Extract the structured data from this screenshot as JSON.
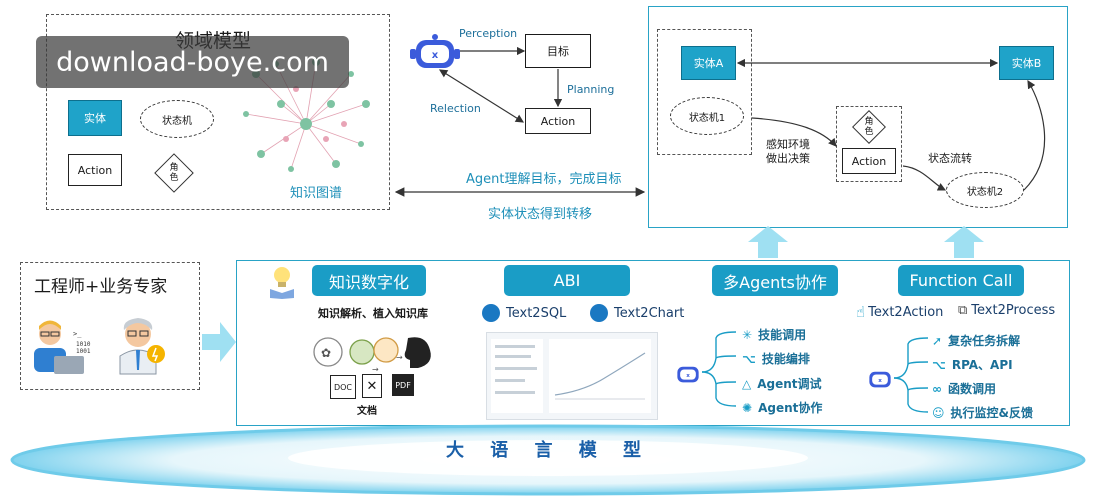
{
  "watermark": "download-boye.com",
  "domain_model": {
    "title": "领域模型",
    "entity": "实体",
    "state_machine": "状态机",
    "action": "Action",
    "role": "角色",
    "kg_label": "知识图谱"
  },
  "agent_loop": {
    "perception": "Perception",
    "goal": "目标",
    "planning": "Planning",
    "action": "Action",
    "relection": "Relection"
  },
  "middle": {
    "line1": "Agent理解目标，完成目标",
    "line2": "实体状态得到转移"
  },
  "state_flow": {
    "entity_a": "实体A",
    "entity_b": "实体B",
    "state1": "状态机1",
    "state2": "状态机2",
    "perceive": "感知环境\n做出决策",
    "role": "角色",
    "action": "Action",
    "flow": "状态流转"
  },
  "people": {
    "label": "工程师+业务专家"
  },
  "bottom": {
    "k_title": "知识数字化",
    "k_sub": "知识解析、植入知识库",
    "k_doc": "DOC",
    "k_pdf": "PDF",
    "k_docs": "文档",
    "abi_title": "ABI",
    "text2sql": "Text2SQL",
    "text2chart": "Text2Chart",
    "ma_title": "多Agents协作",
    "ma_items": [
      "技能调用",
      "技能编排",
      "Agent调试",
      "Agent协作"
    ],
    "fc_title": "Function Call",
    "text2action": "Text2Action",
    "text2process": "Text2Process",
    "fc_items": [
      "复杂任务拆解",
      "RPA、API",
      "函数调用",
      "执行监控&反馈"
    ]
  },
  "llm": "大 语 言 模 型"
}
